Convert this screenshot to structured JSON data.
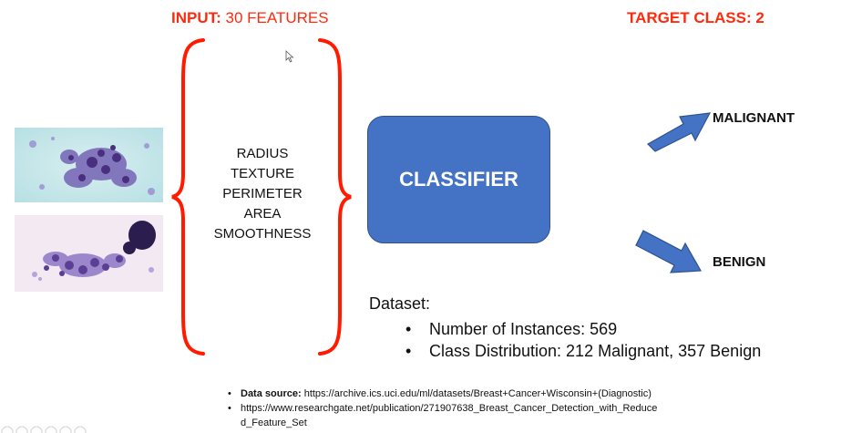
{
  "input_header": {
    "bold": "INPUT:",
    "rest": " 30 FEATURES"
  },
  "target_header": "TARGET CLASS: 2",
  "features": [
    "RADIUS",
    "TEXTURE",
    "PERIMETER",
    "AREA",
    "SMOOTHNESS"
  ],
  "classifier_label": "CLASSIFIER",
  "outputs": {
    "malignant": "MALIGNANT",
    "benign": "BENIGN"
  },
  "dataset": {
    "heading": "Dataset:",
    "bullets": [
      "Number of Instances: 569",
      "Class Distribution: 212 Malignant, 357 Benign"
    ]
  },
  "references": {
    "source_label": "Data source:",
    "source_url": "https://archive.ics.uci.edu/ml/datasets/Breast+Cancer+Wisconsin+(Diagnostic)",
    "link_line1": "https://www.researchgate.net/publication/271907638_Breast_Cancer_Detection_with_Reduce",
    "link_line2": "d_Feature_Set"
  },
  "colors": {
    "accent_red": "#ff2a0d",
    "classifier_fill": "#4472c4",
    "arrow_fill": "#4472c4"
  },
  "icons": {
    "brace_left": "left-curly-brace-icon",
    "brace_right": "right-curly-brace-icon",
    "arrow_up": "arrow-up-right-icon",
    "arrow_down": "arrow-down-right-icon",
    "cursor": "mouse-cursor-icon"
  }
}
